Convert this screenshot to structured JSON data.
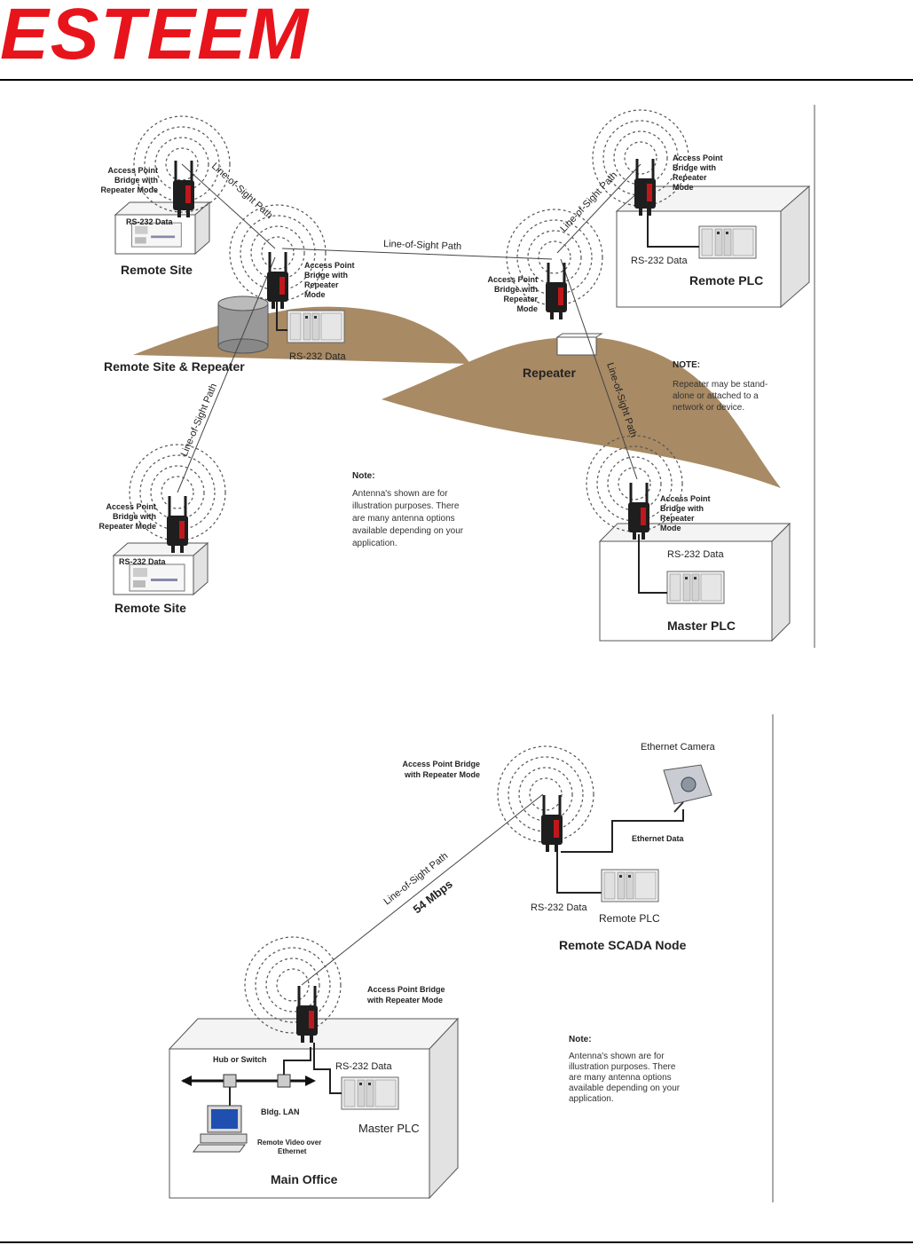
{
  "header": {
    "logo": "ESTEEM"
  },
  "diagram1": {
    "radios": [
      {
        "label_lines": [
          "Access Point",
          "Bridge with",
          "Repeater Mode"
        ]
      },
      {
        "label_lines": [
          "Access Point",
          "Bridge with",
          "Repeater",
          "Mode"
        ]
      },
      {
        "label_lines": [
          "Access Point",
          "Bridge with",
          "Repeater",
          "Mode"
        ]
      },
      {
        "label_lines": [
          "Access Point",
          "Bridge with",
          "Repeater",
          "Mode"
        ]
      },
      {
        "label_lines": [
          "Access Point",
          "Bridge with",
          "Repeater Mode"
        ]
      },
      {
        "label_lines": [
          "Access Point",
          "Bridge with",
          "Repeater",
          "Mode"
        ]
      }
    ],
    "links": [
      "Line-of-Sight Path",
      "Line-of-Sight Path",
      "Line-of-Sight Path",
      "Line-of-Sight Path",
      "Line-of-Sight Path"
    ],
    "data_labels": [
      "RS-232 Data",
      "RS-232 Data",
      "RS-232 Data",
      "RS-232 Data",
      "RS-232 Data"
    ],
    "sites": {
      "remote_site_top": "Remote Site",
      "remote_site_repeater": "Remote Site & Repeater",
      "repeater": "Repeater",
      "remote_plc": "Remote PLC",
      "remote_site_bottom": "Remote Site",
      "master_plc": "Master PLC"
    },
    "note_repeater": {
      "heading": "NOTE:",
      "lines": [
        "Repeater may be stand-",
        "alone or attached to a",
        "network or device."
      ]
    },
    "note_antenna": {
      "heading": "Note:",
      "lines": [
        "Antenna's shown are for",
        "illustration purposes.  There",
        "are many antenna options",
        "available depending on your",
        "application."
      ]
    }
  },
  "diagram2": {
    "radio_remote": [
      "Access Point Bridge",
      "with Repeater Mode"
    ],
    "radio_office": [
      "Access Point Bridge",
      "with Repeater Mode"
    ],
    "camera": "Ethernet Camera",
    "ethernet_data": "Ethernet Data",
    "link": "Line-of-Sight Path",
    "speed": "54 Mbps",
    "rs232_remote": "RS-232 Data",
    "remote_plc": "Remote PLC",
    "node": "Remote SCADA Node",
    "hub": "Hub or Switch",
    "rs232_office": "RS-232 Data",
    "lan": "Bldg. LAN",
    "video": [
      "Remote Video over",
      "Ethernet"
    ],
    "master_plc": "Master PLC",
    "office": "Main Office",
    "note": {
      "heading": "Note:",
      "lines": [
        "Antenna's shown are for",
        "illustration purposes.  There",
        "are many antenna options",
        "available depending on your",
        "application."
      ]
    }
  },
  "colors": {
    "logo": "#e8141c",
    "hill": "#a88a64",
    "radio": "#1e1e1e",
    "radio_badge": "#c0171c"
  }
}
